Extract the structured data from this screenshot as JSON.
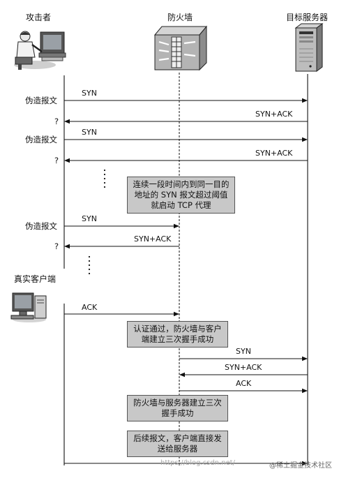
{
  "actors": {
    "attacker": "攻击者",
    "firewall": "防火墙",
    "server": "目标服务器",
    "client": "真实客户端"
  },
  "left_labels": {
    "forged1": "伪造报文",
    "q1": "?",
    "forged2": "伪造报文",
    "q2": "?",
    "forged3": "伪造报文",
    "q3": "?"
  },
  "messages": {
    "syn1": "SYN",
    "synack1": "SYN+ACK",
    "syn2": "SYN",
    "synack2": "SYN+ACK",
    "syn3": "SYN",
    "synack3": "SYN+ACK",
    "ack1": "ACK",
    "syn4": "SYN",
    "synack4": "SYN+ACK",
    "ack2": "ACK"
  },
  "notes": {
    "note1": "连续一段时间内到同一目的地址的 SYN 报文超过阈值就启动 TCP 代理",
    "note2": "认证通过，防火墙与客户端建立三次握手成功",
    "note3": "防火墙与服务器建立三次握手成功",
    "note4": "后续报文，客户端直接发送给服务器"
  },
  "watermark": {
    "url": "https://blog.csdn.net/",
    "credit": "@稀土掘金技术社区"
  }
}
